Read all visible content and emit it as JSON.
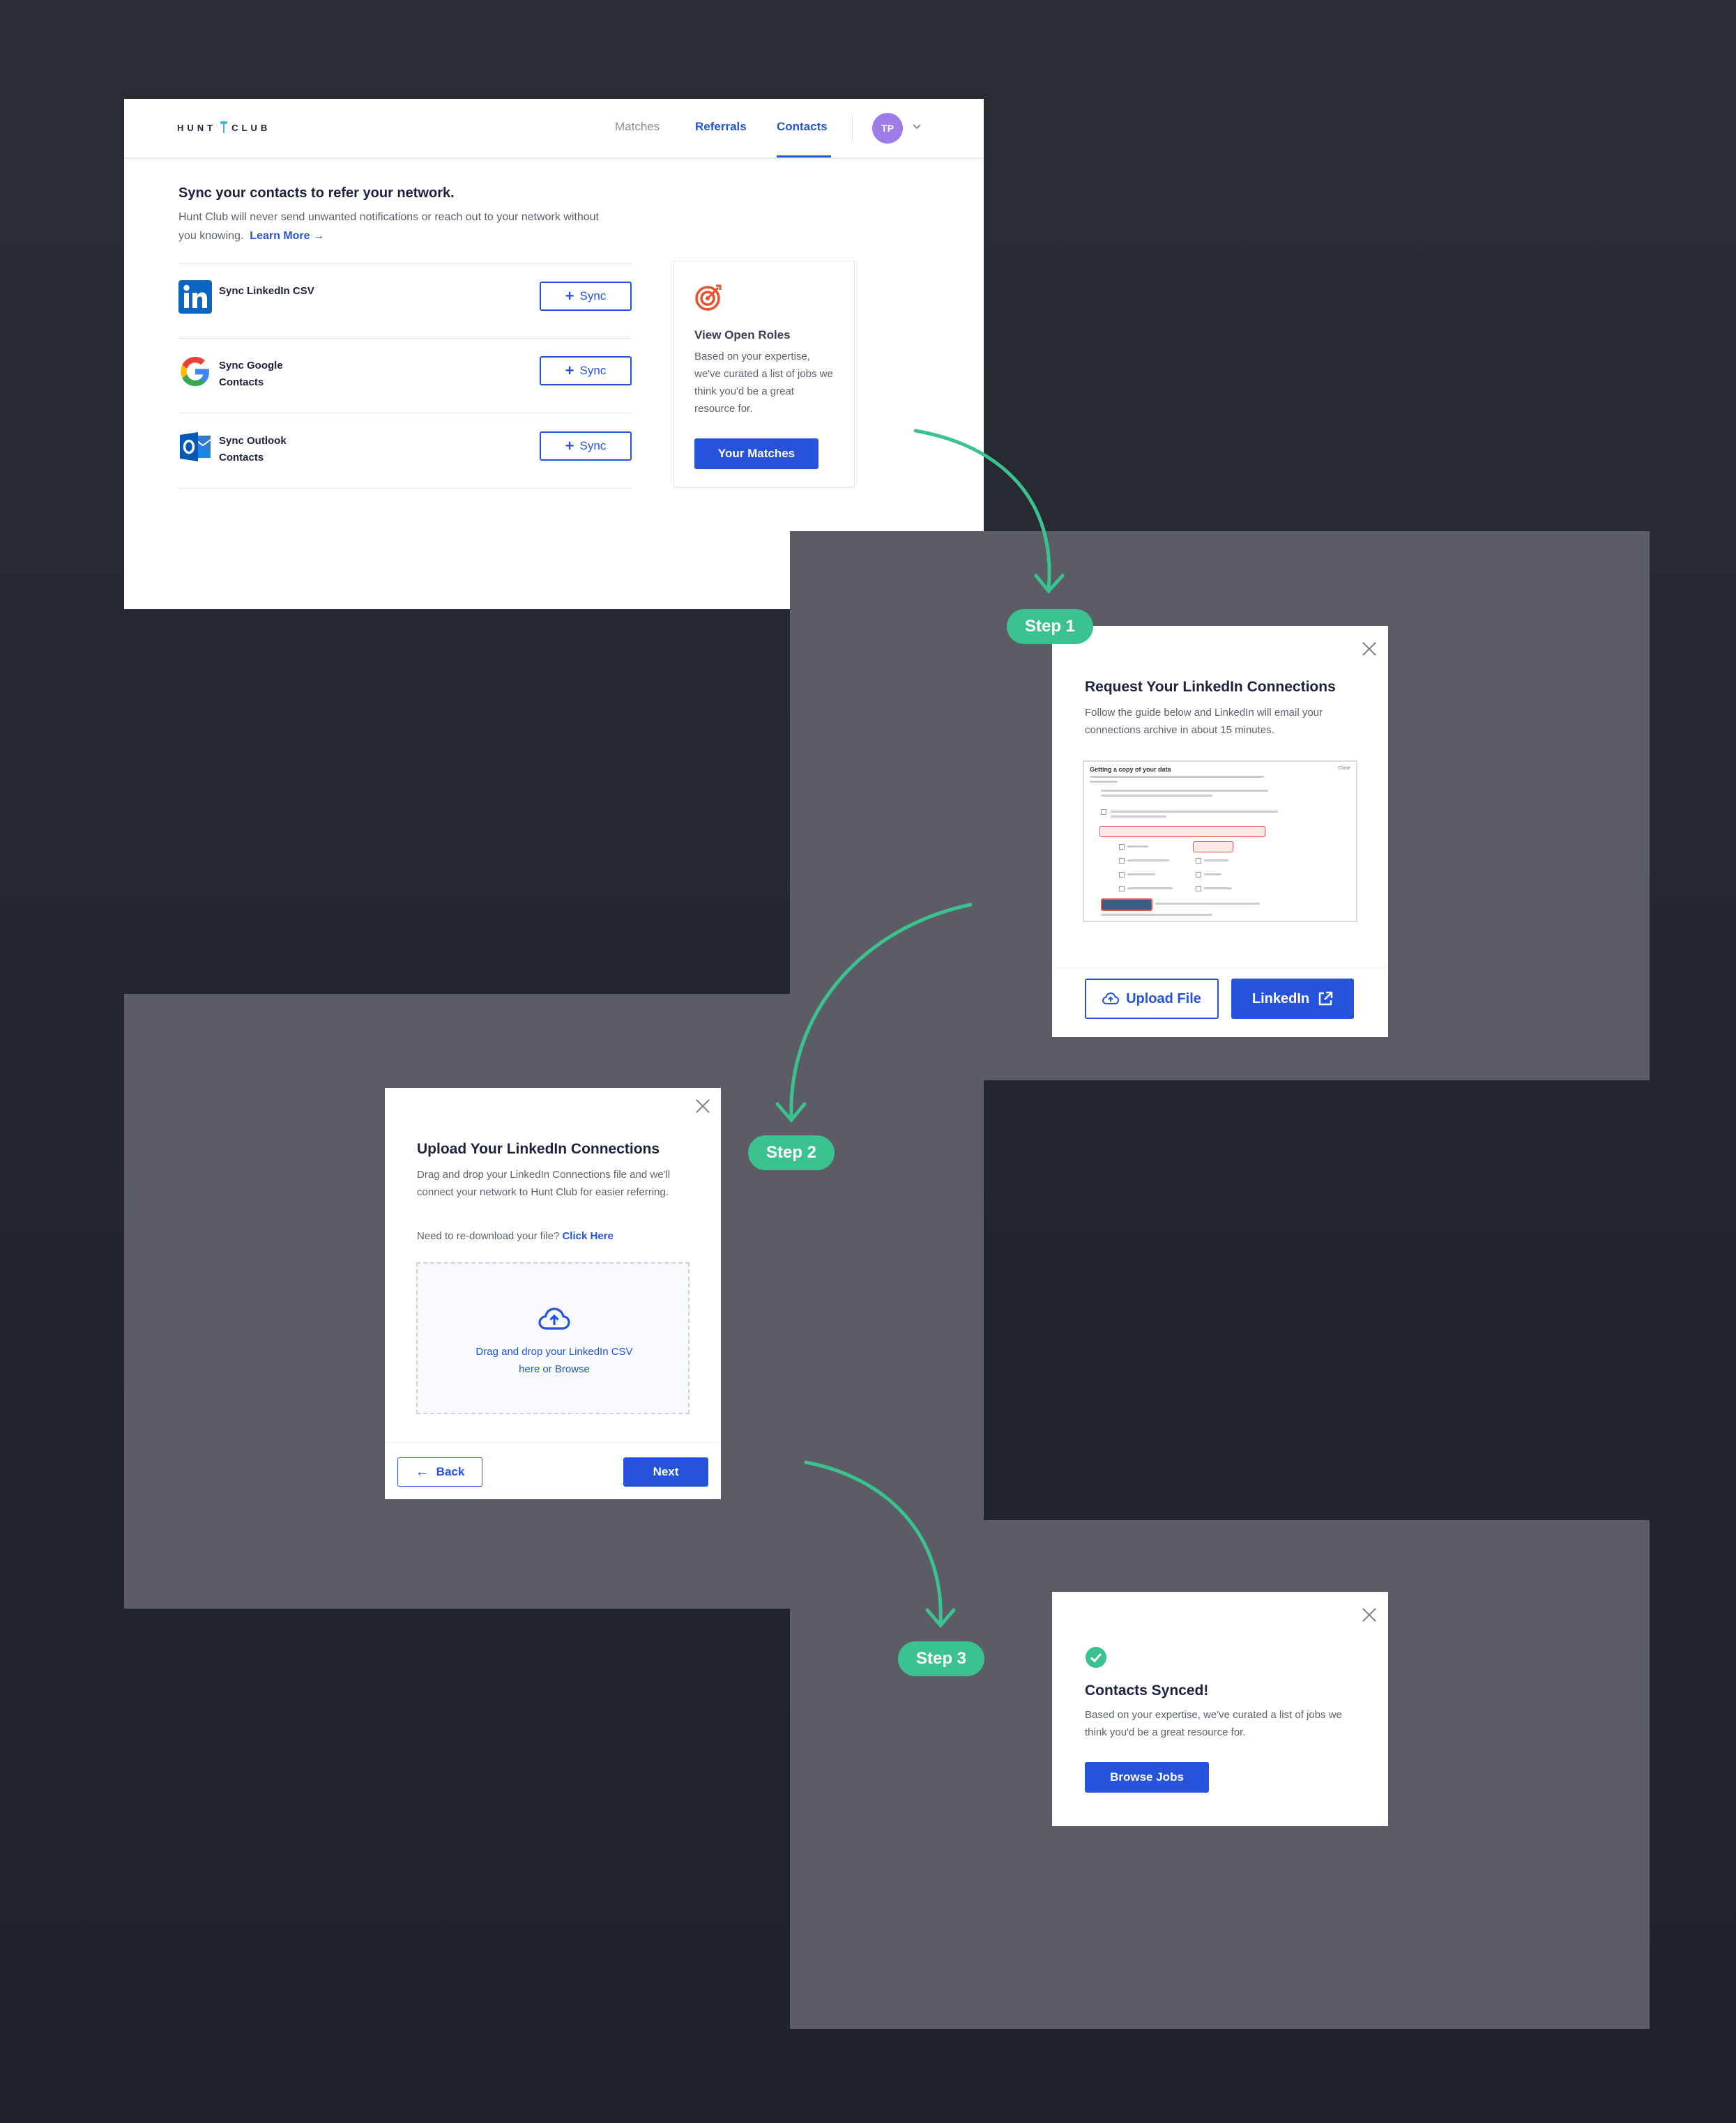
{
  "main": {
    "logo": "HUNT CLUB",
    "nav": {
      "matches": "Matches",
      "referrals": "Referrals",
      "contacts": "Contacts"
    },
    "avatar_initials": "TP",
    "heading": "Sync your contacts to refer your network.",
    "subtext": "Hunt Club will never send unwanted notifications or reach out to your network without you knowing.",
    "learn_more": "Learn More",
    "sync_rows": [
      {
        "label": "Sync LinkedIn CSV",
        "icon": "linkedin-icon",
        "button": "Sync"
      },
      {
        "label": "Sync Google Contacts",
        "icon": "google-icon",
        "button": "Sync"
      },
      {
        "label": "Sync Outlook Contacts",
        "icon": "outlook-icon",
        "button": "Sync"
      }
    ],
    "roles_card": {
      "title": "View Open Roles",
      "text": "Based on your expertise, we've curated a list of jobs we think you'd be a great resource for.",
      "button": "Your Matches"
    }
  },
  "steps": {
    "step1": "Step 1",
    "step2": "Step 2",
    "step3": "Step 3"
  },
  "modal1": {
    "title": "Request Your LinkedIn Connections",
    "text": "Follow the guide below and LinkedIn will email your connections archive in about 15 minutes.",
    "guide_title": "Getting a copy of your data",
    "upload_button": "Upload File",
    "linkedin_button": "LinkedIn"
  },
  "modal2": {
    "title": "Upload Your LinkedIn Connections",
    "text": "Drag and drop your LinkedIn Connections file and we'll connect your network to Hunt Club for easier referring.",
    "redownload_text": "Need to re-download your file?",
    "redownload_link": "Click Here",
    "dropzone_text": "Drag and drop your LinkedIn CSV here or Browse",
    "back_button": "Back",
    "next_button": "Next"
  },
  "modal3": {
    "title": "Contacts Synced!",
    "text": "Based on your expertise, we've curated a list of jobs we think you'd be a great resource for.",
    "button": "Browse Jobs"
  },
  "colors": {
    "primary": "#2553d9",
    "step_green": "#3cc28e",
    "overlay": "#5b5c65",
    "background": "#23262e"
  }
}
